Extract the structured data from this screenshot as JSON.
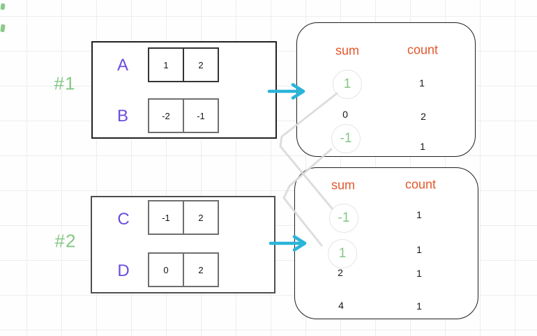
{
  "palette": {
    "green": "#85c784",
    "purple": "#6b4ce0",
    "orange": "#e2572b",
    "cyan": "#2bb4d9",
    "ink": "#1e1e1e",
    "connector_gray": "#d9d9d9"
  },
  "groups": [
    {
      "tag": "#1",
      "rows": [
        {
          "label": "A",
          "cells": [
            "1",
            "2"
          ]
        },
        {
          "label": "B",
          "cells": [
            "-2",
            "-1"
          ]
        }
      ]
    },
    {
      "tag": "#2",
      "rows": [
        {
          "label": "C",
          "cells": [
            "-1",
            "2"
          ]
        },
        {
          "label": "D",
          "cells": [
            "0",
            "2"
          ]
        }
      ]
    }
  ],
  "maps": [
    {
      "sum_header": "sum",
      "count_header": "count",
      "rows": [
        {
          "sum": "1",
          "count": "1",
          "circled": true
        },
        {
          "sum": "0",
          "count": "2",
          "circled": false
        },
        {
          "sum": "-1",
          "count": "1",
          "circled": true
        }
      ]
    },
    {
      "sum_header": "sum",
      "count_header": "count",
      "rows": [
        {
          "sum": "-1",
          "count": "1",
          "circled": true
        },
        {
          "sum": "1",
          "count": "1",
          "circled": true
        },
        {
          "sum": "2",
          "count": "1",
          "circled": false
        },
        {
          "sum": "4",
          "count": "1",
          "circled": false
        }
      ]
    }
  ],
  "connectors": [
    {
      "from": "map-1 sum 1",
      "to": "map-2 sum -1"
    },
    {
      "from": "map-1 sum -1",
      "to": "map-2 sum 1"
    }
  ]
}
